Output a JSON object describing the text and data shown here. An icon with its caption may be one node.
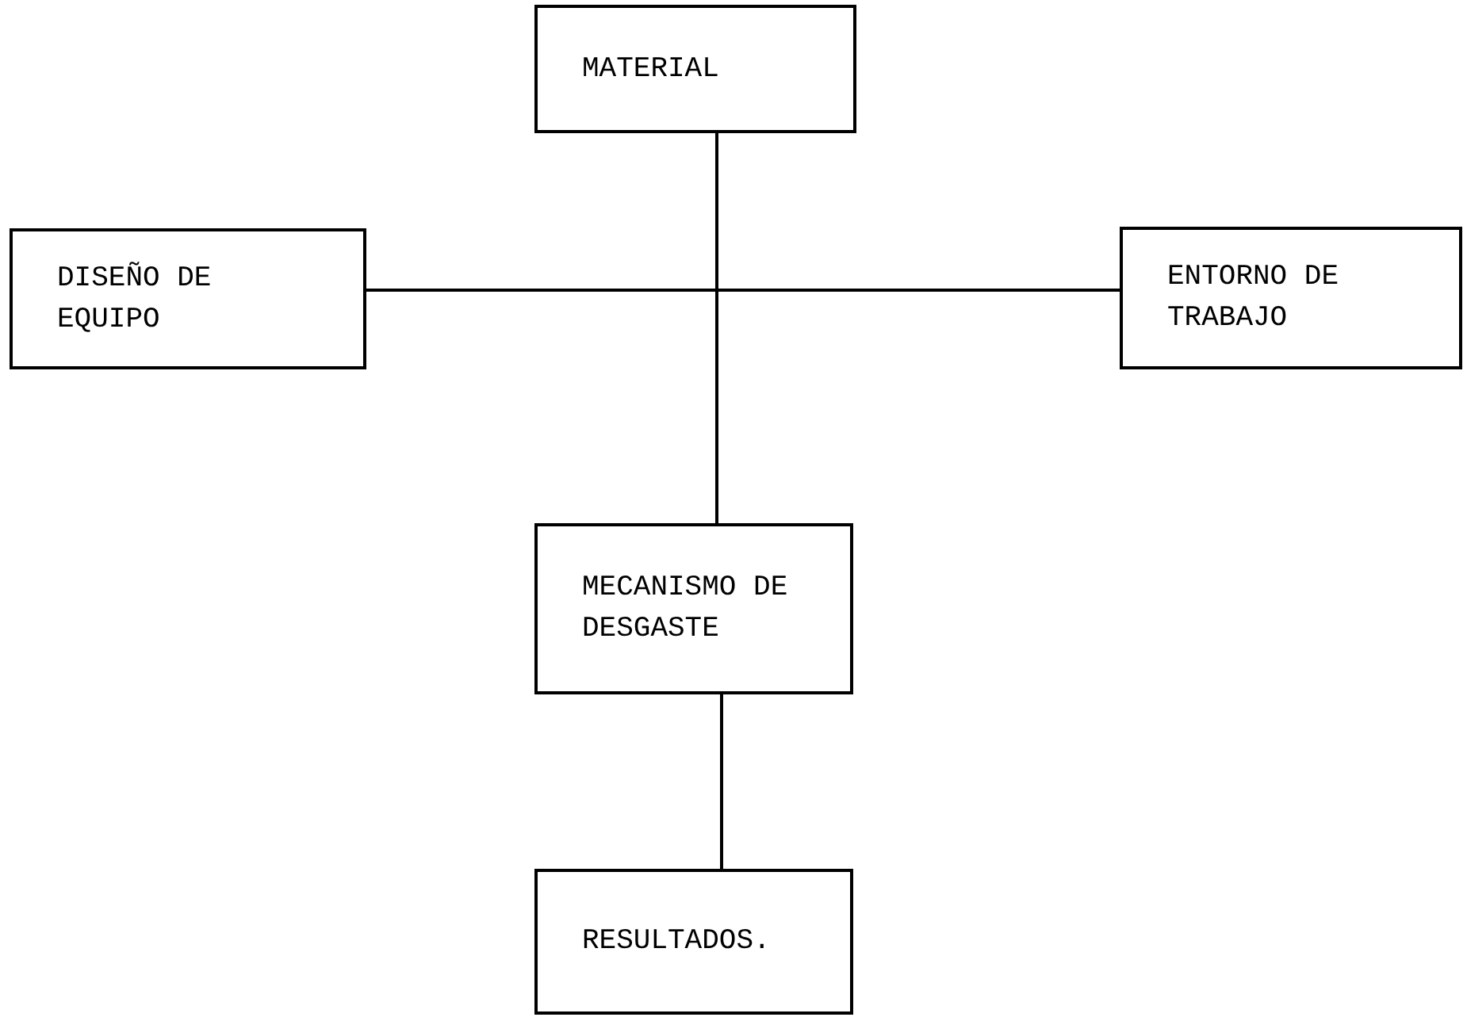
{
  "diagram": {
    "nodes": [
      {
        "text": [
          "MATERIAL"
        ]
      },
      {
        "text": [
          "DISEÑO DE EQUIPO"
        ]
      },
      {
        "text": [
          "ENTORNO DE TRABAJO"
        ]
      },
      {
        "text": [
          "MECANISMO DE DESGASTE"
        ]
      },
      {
        "text": [
          "RESULTADOS."
        ]
      }
    ],
    "edges": [
      {
        "from": 0,
        "to": 3,
        "arrow": "none"
      },
      {
        "from": 1,
        "to": 2,
        "arrow": "none"
      },
      {
        "from": 3,
        "to": 4,
        "arrow": "none"
      }
    ]
  }
}
